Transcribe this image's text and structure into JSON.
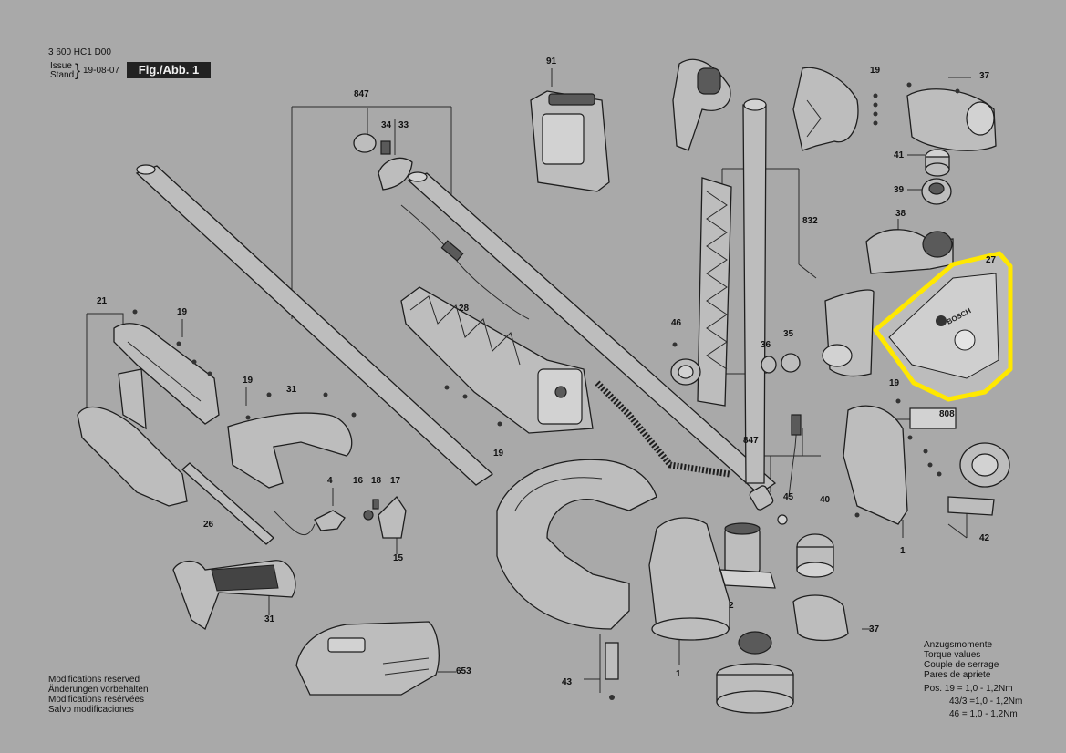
{
  "header": {
    "doc_number": "3 600 HC1 D00",
    "issue_label_1": "Issue",
    "issue_label_2": "Stand",
    "issue_date": "19-08-07",
    "fig_label": "Fig./Abb. 1"
  },
  "labels": {
    "p91": "91",
    "p847a": "847",
    "p34": "34",
    "p33": "33",
    "p19a": "19",
    "p37a": "37",
    "p41": "41",
    "p39": "39",
    "p38": "38",
    "p832": "832",
    "p27": "27",
    "p28": "28",
    "p46": "46",
    "p35": "35",
    "p36": "36",
    "p21": "21",
    "p19b": "19",
    "p19c": "19",
    "p31a": "31",
    "p19d": "19",
    "p19e": "19",
    "p808": "808",
    "p847b": "847",
    "p4": "4",
    "p16": "16",
    "p18": "18",
    "p17": "17",
    "p15": "15",
    "p26": "26",
    "p45": "45",
    "p40": "40",
    "p1a": "1",
    "p42": "42",
    "p2": "2",
    "p31b": "31",
    "p37b": "37",
    "p653": "653",
    "p43": "43",
    "p1b": "1"
  },
  "brand_text": "BOSCH",
  "footer_left": [
    "Modifications reserved",
    "Änderungen vorbehalten",
    "Modifications resérvées",
    "Salvo modificaciones"
  ],
  "torque": {
    "lines": [
      "Anzugsmomente",
      "Torque values",
      "Couple de serrage",
      "Pares de apriete"
    ],
    "values": [
      "Pos. 19  = 1,0 - 1,2Nm",
      "43/3  =1,0 - 1,2Nm",
      "46  = 1,0 - 1,2Nm"
    ]
  },
  "colors": {
    "background": "#a9a9a9",
    "highlight": "#ffe800"
  }
}
